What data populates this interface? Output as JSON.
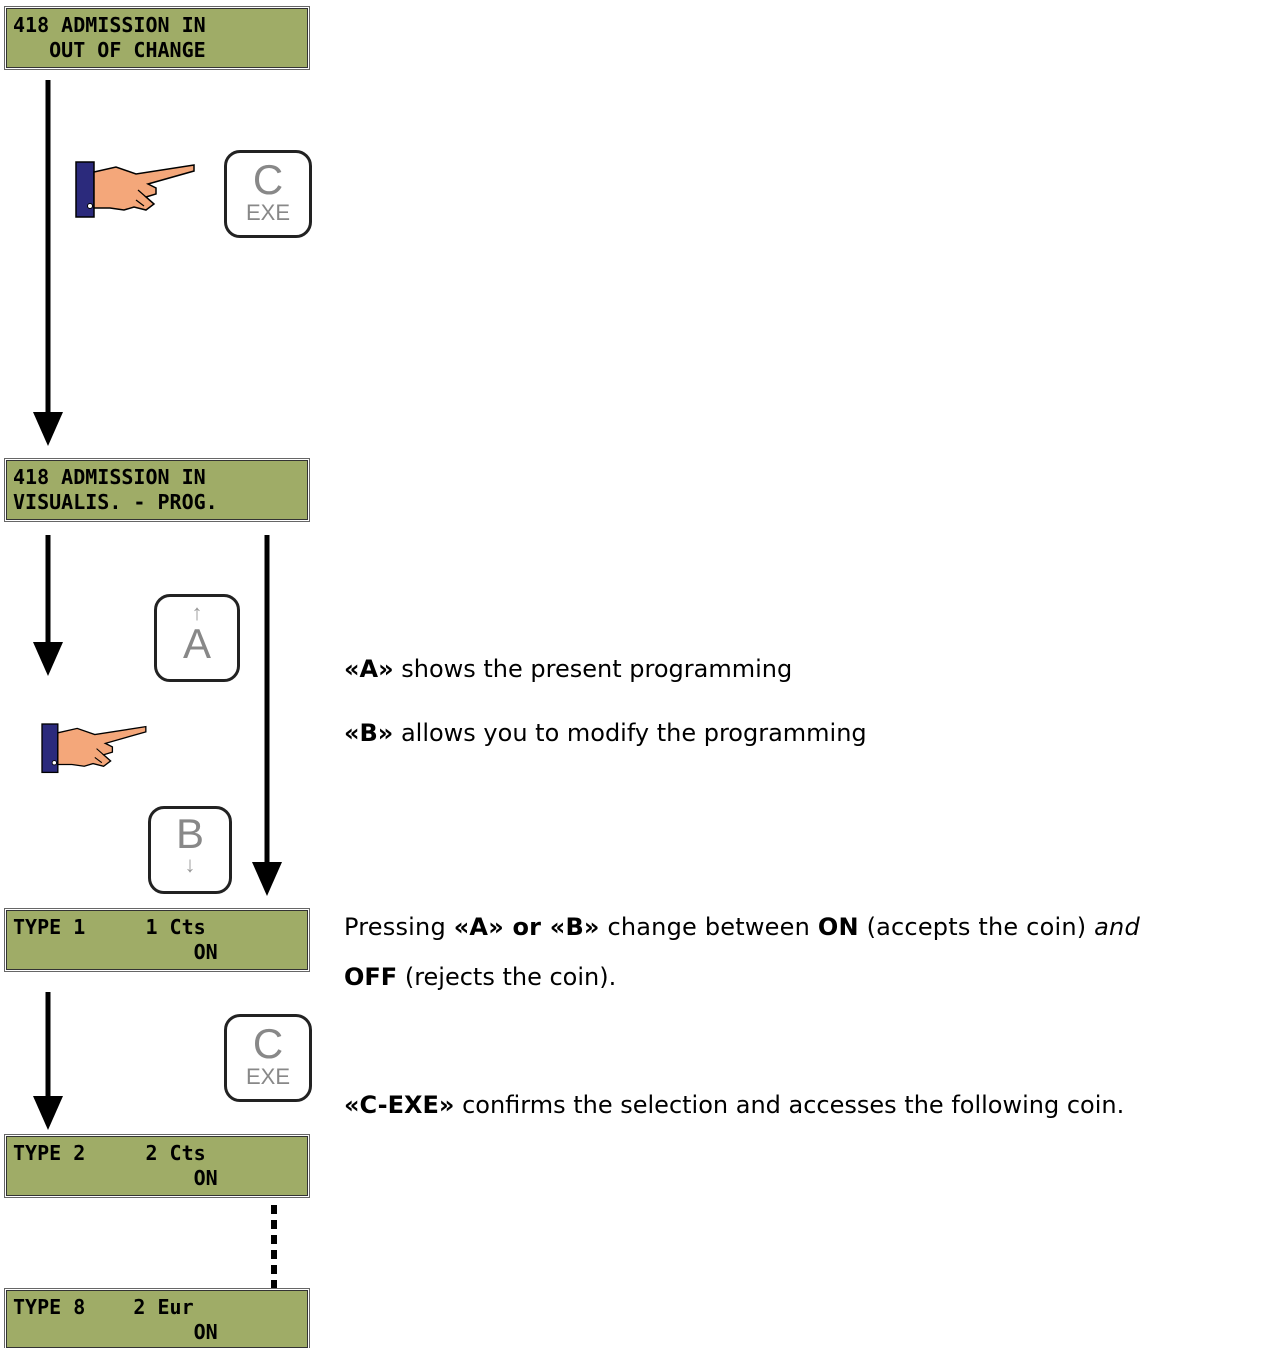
{
  "displays": [
    {
      "line1": "418 ADMISSION IN",
      "line2": "   OUT OF CHANGE"
    },
    {
      "line1": "418 ADMISSION IN",
      "line2": "VISUALIS. - PROG."
    },
    {
      "line1": "TYPE 1     1 Cts",
      "line2": "               ON"
    },
    {
      "line1": "TYPE 2     2 Cts",
      "line2": "               ON"
    },
    {
      "line1": "TYPE 8    2 Eur",
      "line2": "               ON"
    }
  ],
  "keys": {
    "c_exe_1": {
      "top": "C",
      "bottom": "EXE"
    },
    "a": {
      "arrow": "↑",
      "letter": "A"
    },
    "b": {
      "letter": "B",
      "arrow": "↓"
    },
    "c_exe_2": {
      "top": "C",
      "bottom": "EXE"
    }
  },
  "text": {
    "a_key": "«A»",
    "a_desc": " shows the present programming",
    "b_key": "«B»",
    "b_desc": " allows you to modify the programming",
    "press_1": "Pressing ",
    "press_keys": "«A» or «B»",
    "press_2": " change between ",
    "on": "ON",
    "press_3": " (accepts the coin) ",
    "and": "and",
    "off": "OFF",
    "press_4": " (rejects the coin).",
    "cexe_key": "«C-EXE»",
    "cexe_desc": " confirms the selection and accesses the following coin."
  },
  "icons": [
    "pointing-hand-icon"
  ],
  "colors": {
    "lcd": "#9fac67",
    "cuff": "#2b2a7c",
    "skin": "#f4a77a"
  }
}
